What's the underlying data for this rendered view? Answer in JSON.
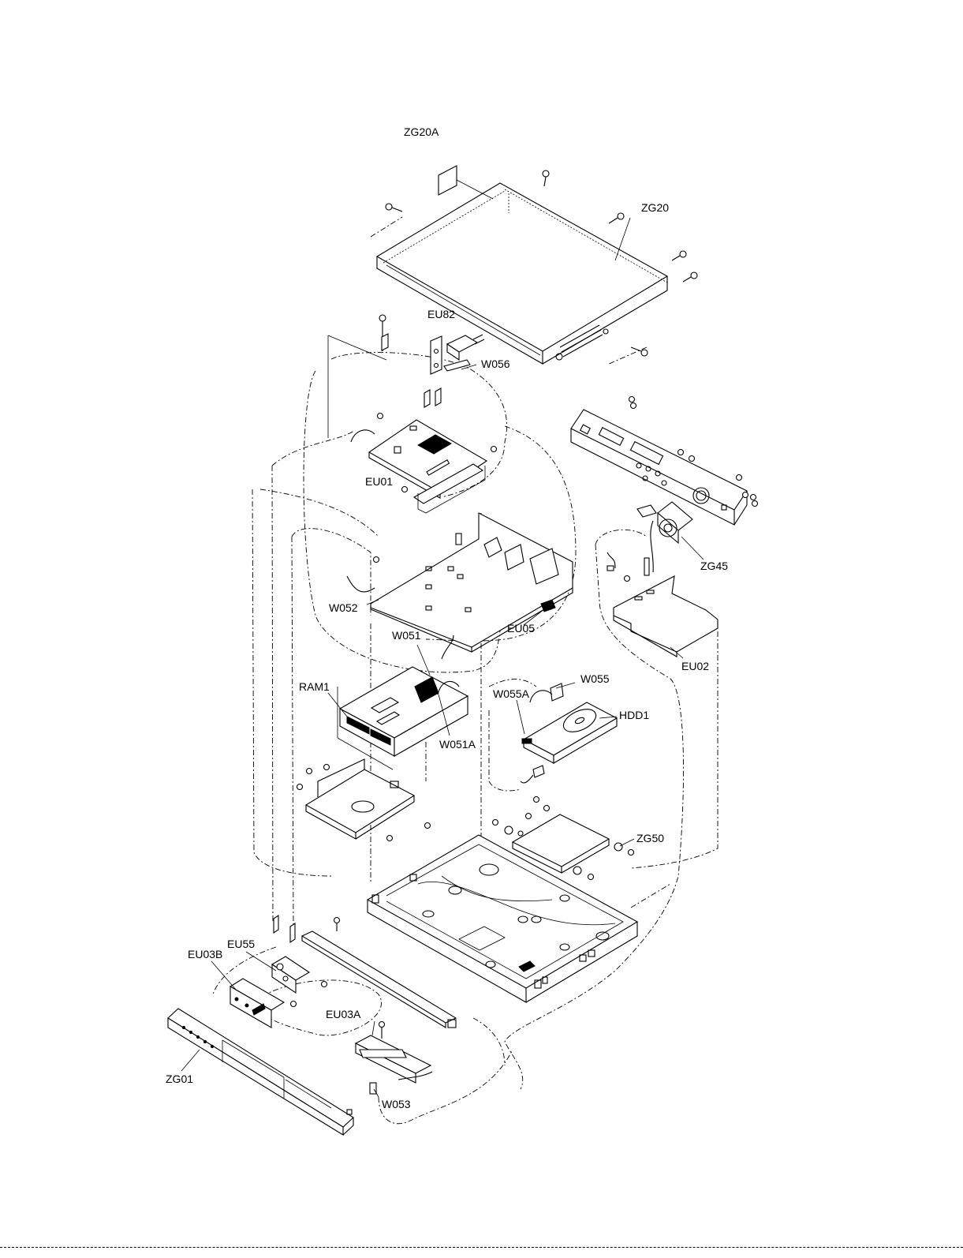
{
  "diagram": {
    "labels": {
      "zg20a": "ZG20A",
      "zg20": "ZG20",
      "eu82": "EU82",
      "w056": "W056",
      "eu01": "EU01",
      "zg45": "ZG45",
      "w052": "W052",
      "eu05": "EU05",
      "w051": "W051",
      "eu02": "EU02",
      "w055": "W055",
      "ram1": "RAM1",
      "w055a": "W055A",
      "hdd1": "HDD1",
      "w051a": "W051A",
      "zg50": "ZG50",
      "eu55": "EU55",
      "eu03b": "EU03B",
      "eu03a": "EU03A",
      "zg01": "ZG01",
      "w053": "W053"
    }
  }
}
